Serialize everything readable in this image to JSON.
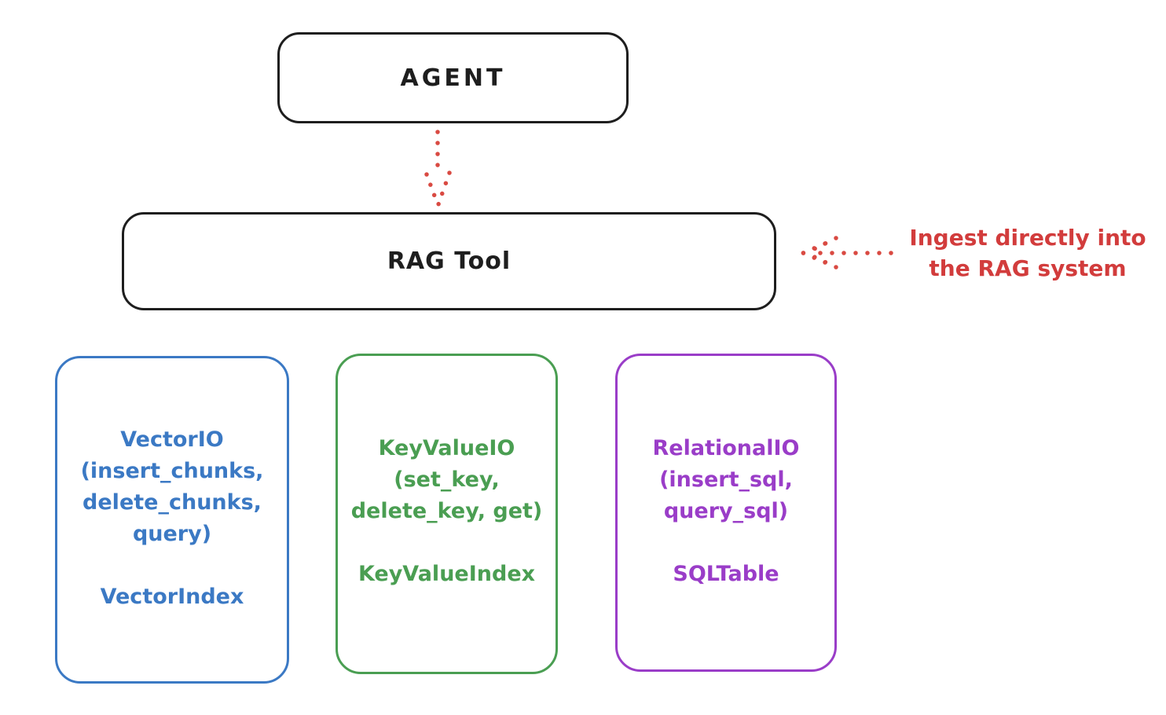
{
  "diagram": {
    "background": "#ffffff",
    "colors": {
      "ink": "#1e1e1e",
      "red": "#d23c3c",
      "blue": "#3b79c4",
      "green": "#4a9e52",
      "purple": "#9a3dc8"
    },
    "agent": {
      "label": "AGENT"
    },
    "rag_tool": {
      "label": "RAG Tool"
    },
    "annotation": {
      "line1": "Ingest directly into",
      "line2": "the RAG system"
    },
    "arrows": {
      "agent_to_rag": "dotted-arrow-down",
      "ingest_into_rag": "dotted-arrow-left"
    },
    "cards": {
      "vector": {
        "lines": [
          "VectorIO",
          "(insert_chunks,",
          "delete_chunks,",
          "query)"
        ],
        "index": "VectorIndex"
      },
      "keyvalue": {
        "lines": [
          "KeyValueIO",
          "(set_key,",
          "delete_key, get)"
        ],
        "index": "KeyValueIndex"
      },
      "relational": {
        "lines": [
          "RelationalIO",
          "(insert_sql,",
          "query_sql)"
        ],
        "index": "SQLTable"
      }
    }
  }
}
